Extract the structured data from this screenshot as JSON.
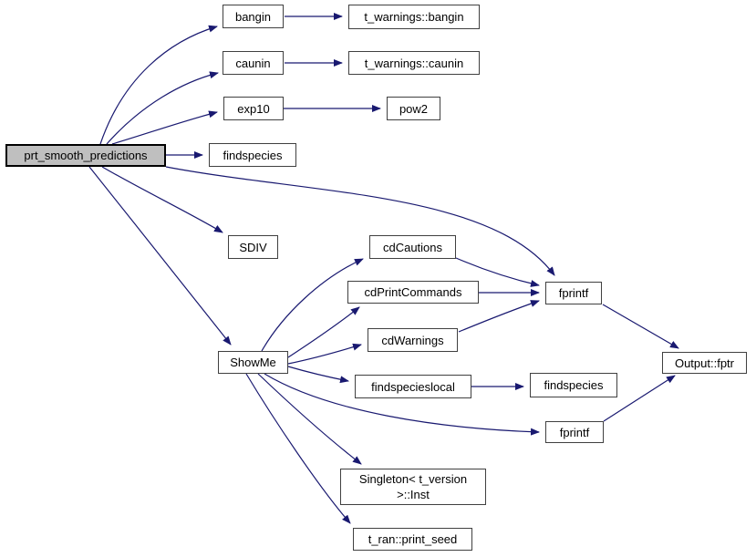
{
  "diagram": {
    "kind": "call-graph",
    "background": "#ffffff",
    "edge_color": "#191970",
    "node_border_color": "#404040",
    "node_fill": "#ffffff",
    "highlight_fill": "#bfbfbf",
    "highlight_border_color": "#000000",
    "text_color": "#000000"
  },
  "nodes": {
    "prt_smooth_predictions": {
      "label": "prt_smooth_predictions",
      "highlighted": true
    },
    "bangin": {
      "label": "bangin"
    },
    "t_warnings_bangin": {
      "label": "t_warnings::bangin"
    },
    "caunin": {
      "label": "caunin"
    },
    "t_warnings_caunin": {
      "label": "t_warnings::caunin"
    },
    "exp10": {
      "label": "exp10"
    },
    "pow2": {
      "label": "pow2"
    },
    "findspecies_top": {
      "label": "findspecies"
    },
    "sdiv": {
      "label": "SDIV"
    },
    "showme": {
      "label": "ShowMe"
    },
    "cdcautions": {
      "label": "cdCautions"
    },
    "cdprintcommands": {
      "label": "cdPrintCommands"
    },
    "cdwarnings": {
      "label": "cdWarnings"
    },
    "findspecieslocal": {
      "label": "findspecieslocal"
    },
    "fprintf_top": {
      "label": "fprintf"
    },
    "findspecies_bottom": {
      "label": "findspecies"
    },
    "fprintf_bottom": {
      "label": "fprintf"
    },
    "output_fptr": {
      "label": "Output::fptr"
    },
    "singleton_inst": {
      "label_line1": "Singleton< t_version",
      "label_line2": ">::Inst"
    },
    "t_ran_print_seed": {
      "label": "t_ran::print_seed"
    }
  },
  "edges": [
    {
      "from": "prt_smooth_predictions",
      "to": "bangin"
    },
    {
      "from": "prt_smooth_predictions",
      "to": "caunin"
    },
    {
      "from": "prt_smooth_predictions",
      "to": "exp10"
    },
    {
      "from": "prt_smooth_predictions",
      "to": "findspecies"
    },
    {
      "from": "prt_smooth_predictions",
      "to": "fprintf"
    },
    {
      "from": "prt_smooth_predictions",
      "to": "SDIV"
    },
    {
      "from": "prt_smooth_predictions",
      "to": "ShowMe"
    },
    {
      "from": "bangin",
      "to": "t_warnings::bangin"
    },
    {
      "from": "caunin",
      "to": "t_warnings::caunin"
    },
    {
      "from": "exp10",
      "to": "pow2"
    },
    {
      "from": "ShowMe",
      "to": "cdCautions"
    },
    {
      "from": "ShowMe",
      "to": "cdPrintCommands"
    },
    {
      "from": "ShowMe",
      "to": "cdWarnings"
    },
    {
      "from": "ShowMe",
      "to": "findspecieslocal"
    },
    {
      "from": "ShowMe",
      "to": "fprintf"
    },
    {
      "from": "ShowMe",
      "to": "Singleton< t_version >::Inst"
    },
    {
      "from": "ShowMe",
      "to": "t_ran::print_seed"
    },
    {
      "from": "cdCautions",
      "to": "fprintf"
    },
    {
      "from": "cdPrintCommands",
      "to": "fprintf"
    },
    {
      "from": "cdWarnings",
      "to": "fprintf"
    },
    {
      "from": "findspecieslocal",
      "to": "findspecies"
    },
    {
      "from": "fprintf",
      "to": "Output::fptr"
    },
    {
      "from": "fprintf",
      "to": "Output::fptr"
    }
  ]
}
